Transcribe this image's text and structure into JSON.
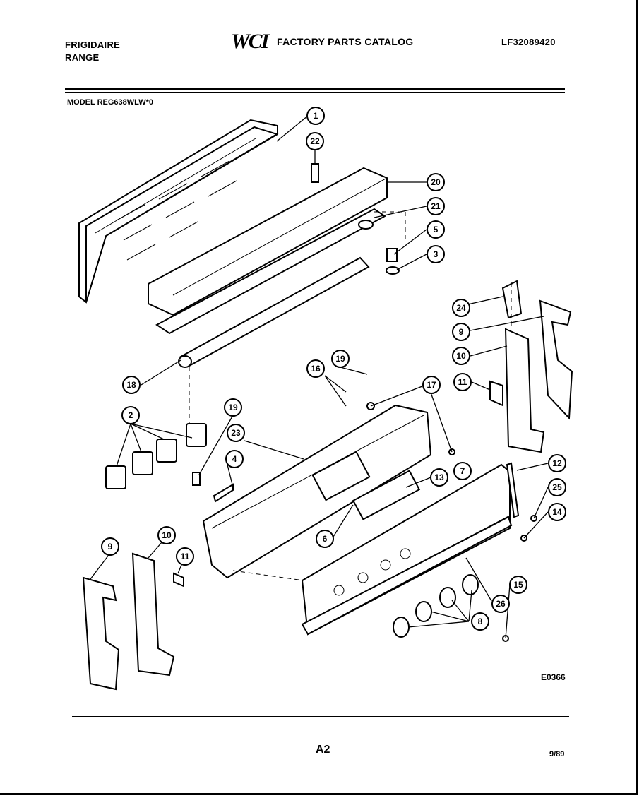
{
  "header": {
    "brand_line1": "FRIGIDAIRE",
    "brand_line2": "RANGE",
    "logo": "WCI",
    "catalog_title": "FACTORY PARTS CATALOG",
    "catalog_number": "LF32089420"
  },
  "model_label": "MODEL REG638WLW*0",
  "diagram_code": "E0366",
  "page_label": "A2",
  "date_label": "9/89",
  "callouts": [
    "1",
    "22",
    "20",
    "21",
    "5",
    "3",
    "24",
    "9",
    "10",
    "11",
    "18",
    "19",
    "16",
    "17",
    "2",
    "19",
    "23",
    "4",
    "13",
    "7",
    "12",
    "25",
    "14",
    "6",
    "9",
    "10",
    "11",
    "15",
    "26",
    "8"
  ]
}
